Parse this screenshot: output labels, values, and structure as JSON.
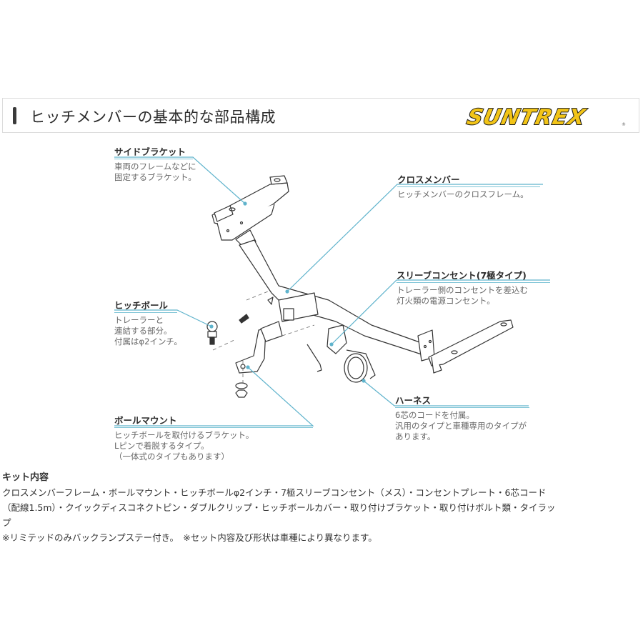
{
  "header": {
    "title": "ヒッチメンバーの基本的な部品構成",
    "brand_logo": "SUNTREX",
    "brand_mark": "®",
    "brand_colors": {
      "fill": "#f2c417",
      "outline": "#1a1a1a"
    }
  },
  "parts": [
    {
      "id": "side-bracket",
      "title": "サイドブラケット",
      "lines": [
        "車両のフレームなどに",
        "固定するブラケット。"
      ]
    },
    {
      "id": "cross-member",
      "title": "クロスメンバー",
      "lines": [
        "ヒッチメンバーのクロスフレーム。"
      ]
    },
    {
      "id": "sleeve-outlet",
      "title": "スリーブコンセント(7極タイプ)",
      "lines": [
        "トレーラー側のコンセントを差込む",
        "灯火類の電源コンセント。"
      ]
    },
    {
      "id": "hitch-ball",
      "title": "ヒッチボール",
      "lines": [
        "トレーラーと",
        "連結する部分。",
        "付属はφ2インチ。"
      ]
    },
    {
      "id": "ball-mount",
      "title": "ボールマウント",
      "lines": [
        "ヒッチボールを取付けるブラケット。",
        "Lピンで着脱するタイプ。",
        "（一体式のタイプもあります）"
      ]
    },
    {
      "id": "harness",
      "title": "ハーネス",
      "lines": [
        "6芯のコードを付属。",
        "汎用のタイプと車種専用のタイプが",
        "あります。"
      ]
    }
  ],
  "leader_color": "#5fb3cc",
  "kit": {
    "title": "キット内容",
    "lines": [
      "クロスメンバーフレーム・ボールマウント・ヒッチボールφ2インチ・7極スリーブコンセント（メス）・コンセントプレート・6芯コード",
      "（配線1.5m）・クイックディスコネクトピン・ダブルクリップ・ヒッチボールカバー・取り付けブラケット・取り付けボルト類・タイラッ",
      "プ",
      "※リミテッドのみバックランプステー付き。　※セット内容及び形状は車種により異なります。"
    ]
  }
}
